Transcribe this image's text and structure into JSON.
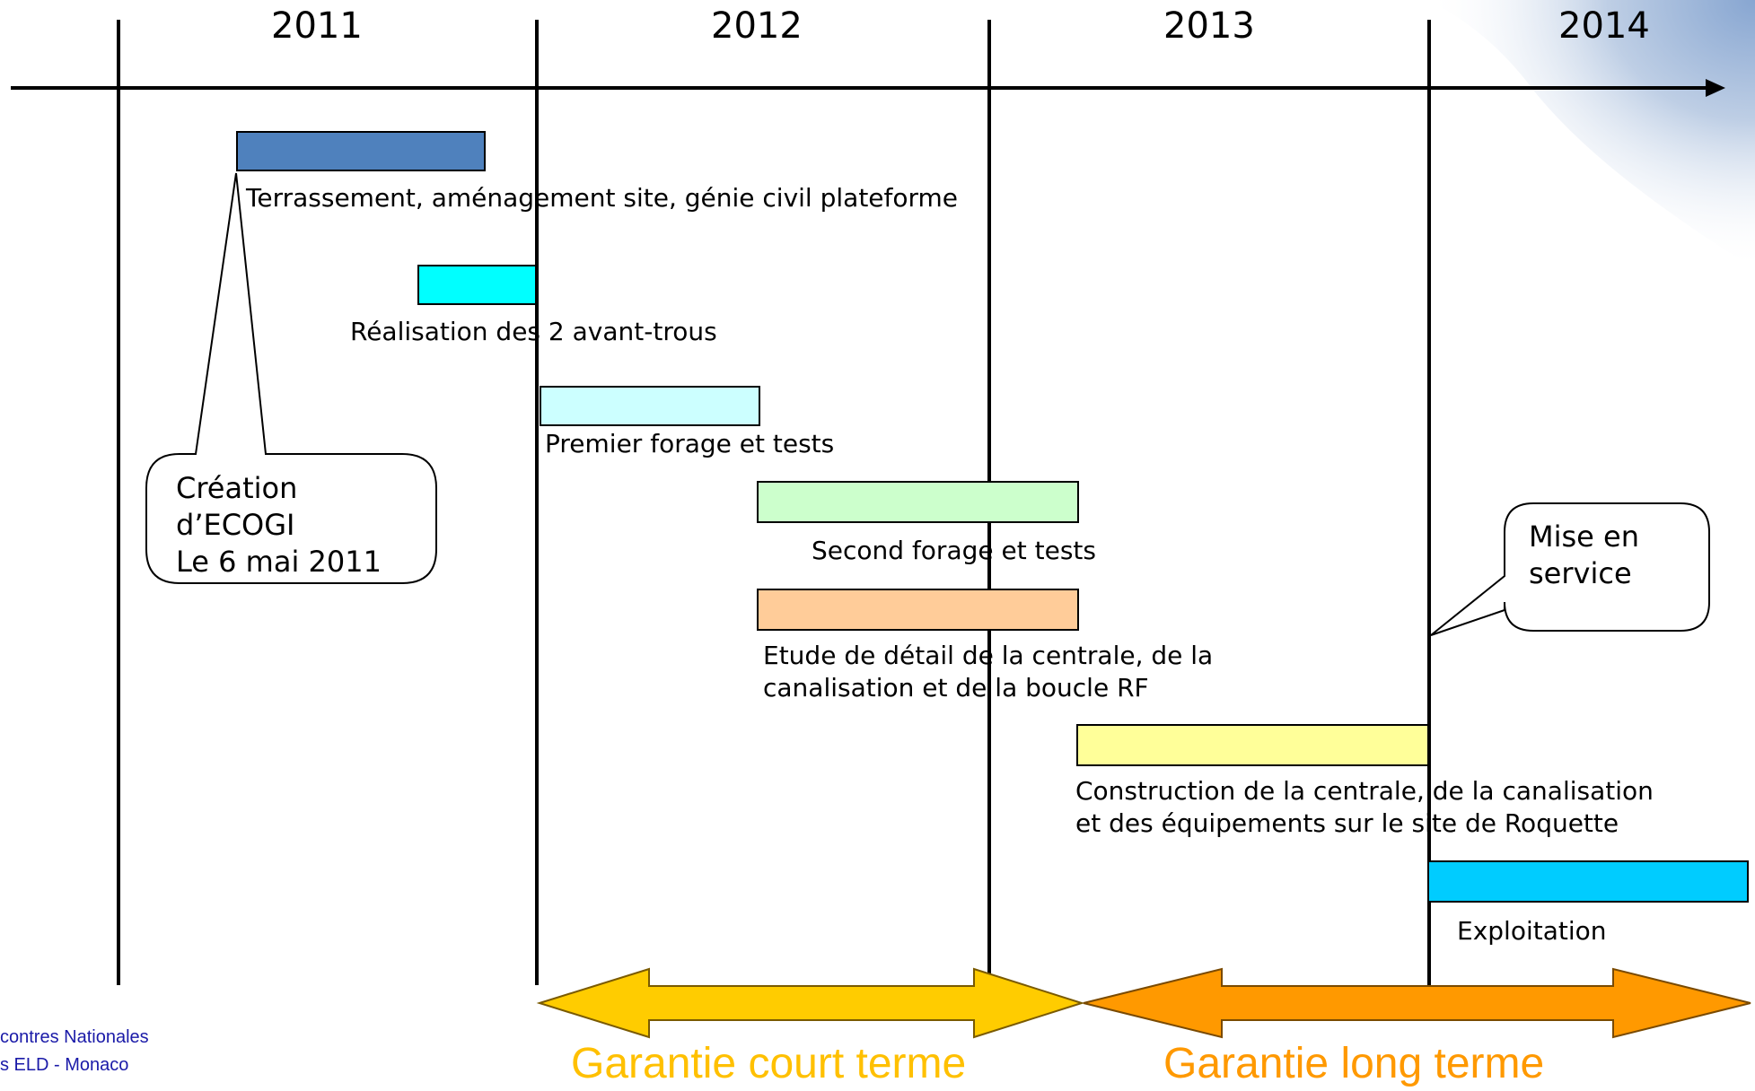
{
  "timeline": {
    "years": [
      "2011",
      "2012",
      "2013",
      "2014"
    ]
  },
  "tasks": [
    {
      "label_lines": [
        "Terrassement, aménagement site, génie civil plateforme"
      ],
      "color": "#4f81bd"
    },
    {
      "label_lines": [
        "Réalisation des 2 avant-trous"
      ],
      "color": "#00ffff"
    },
    {
      "label_lines": [
        "Premier forage et tests"
      ],
      "color": "#ccffff"
    },
    {
      "label_lines": [
        "Second forage et tests"
      ],
      "color": "#ccffcc"
    },
    {
      "label_lines": [
        "Etude de détail de la centrale, de la",
        "canalisation et de la boucle RF"
      ],
      "color": "#ffcc99"
    },
    {
      "label_lines": [
        "Construction de la centrale, de la canalisation",
        "et des équipements sur le site de Roquette"
      ],
      "color": "#ffff99"
    },
    {
      "label_lines": [
        "Exploitation"
      ],
      "color": "#00ccff"
    }
  ],
  "callouts": {
    "creation": {
      "lines": [
        "Création",
        "d’ECOGI",
        "Le 6 mai 2011"
      ]
    },
    "mise_en_service": {
      "lines": [
        "Mise en",
        "service"
      ]
    }
  },
  "guarantees": {
    "short": {
      "label": "Garantie court terme",
      "color": "#ffcc00",
      "text_color": "#ffc000"
    },
    "long": {
      "label": "Garantie long terme",
      "color": "#ff9900",
      "text_color": "#ff9900"
    }
  },
  "footer": {
    "line1": "contres Nationales",
    "line2": "s ELD - Monaco"
  }
}
